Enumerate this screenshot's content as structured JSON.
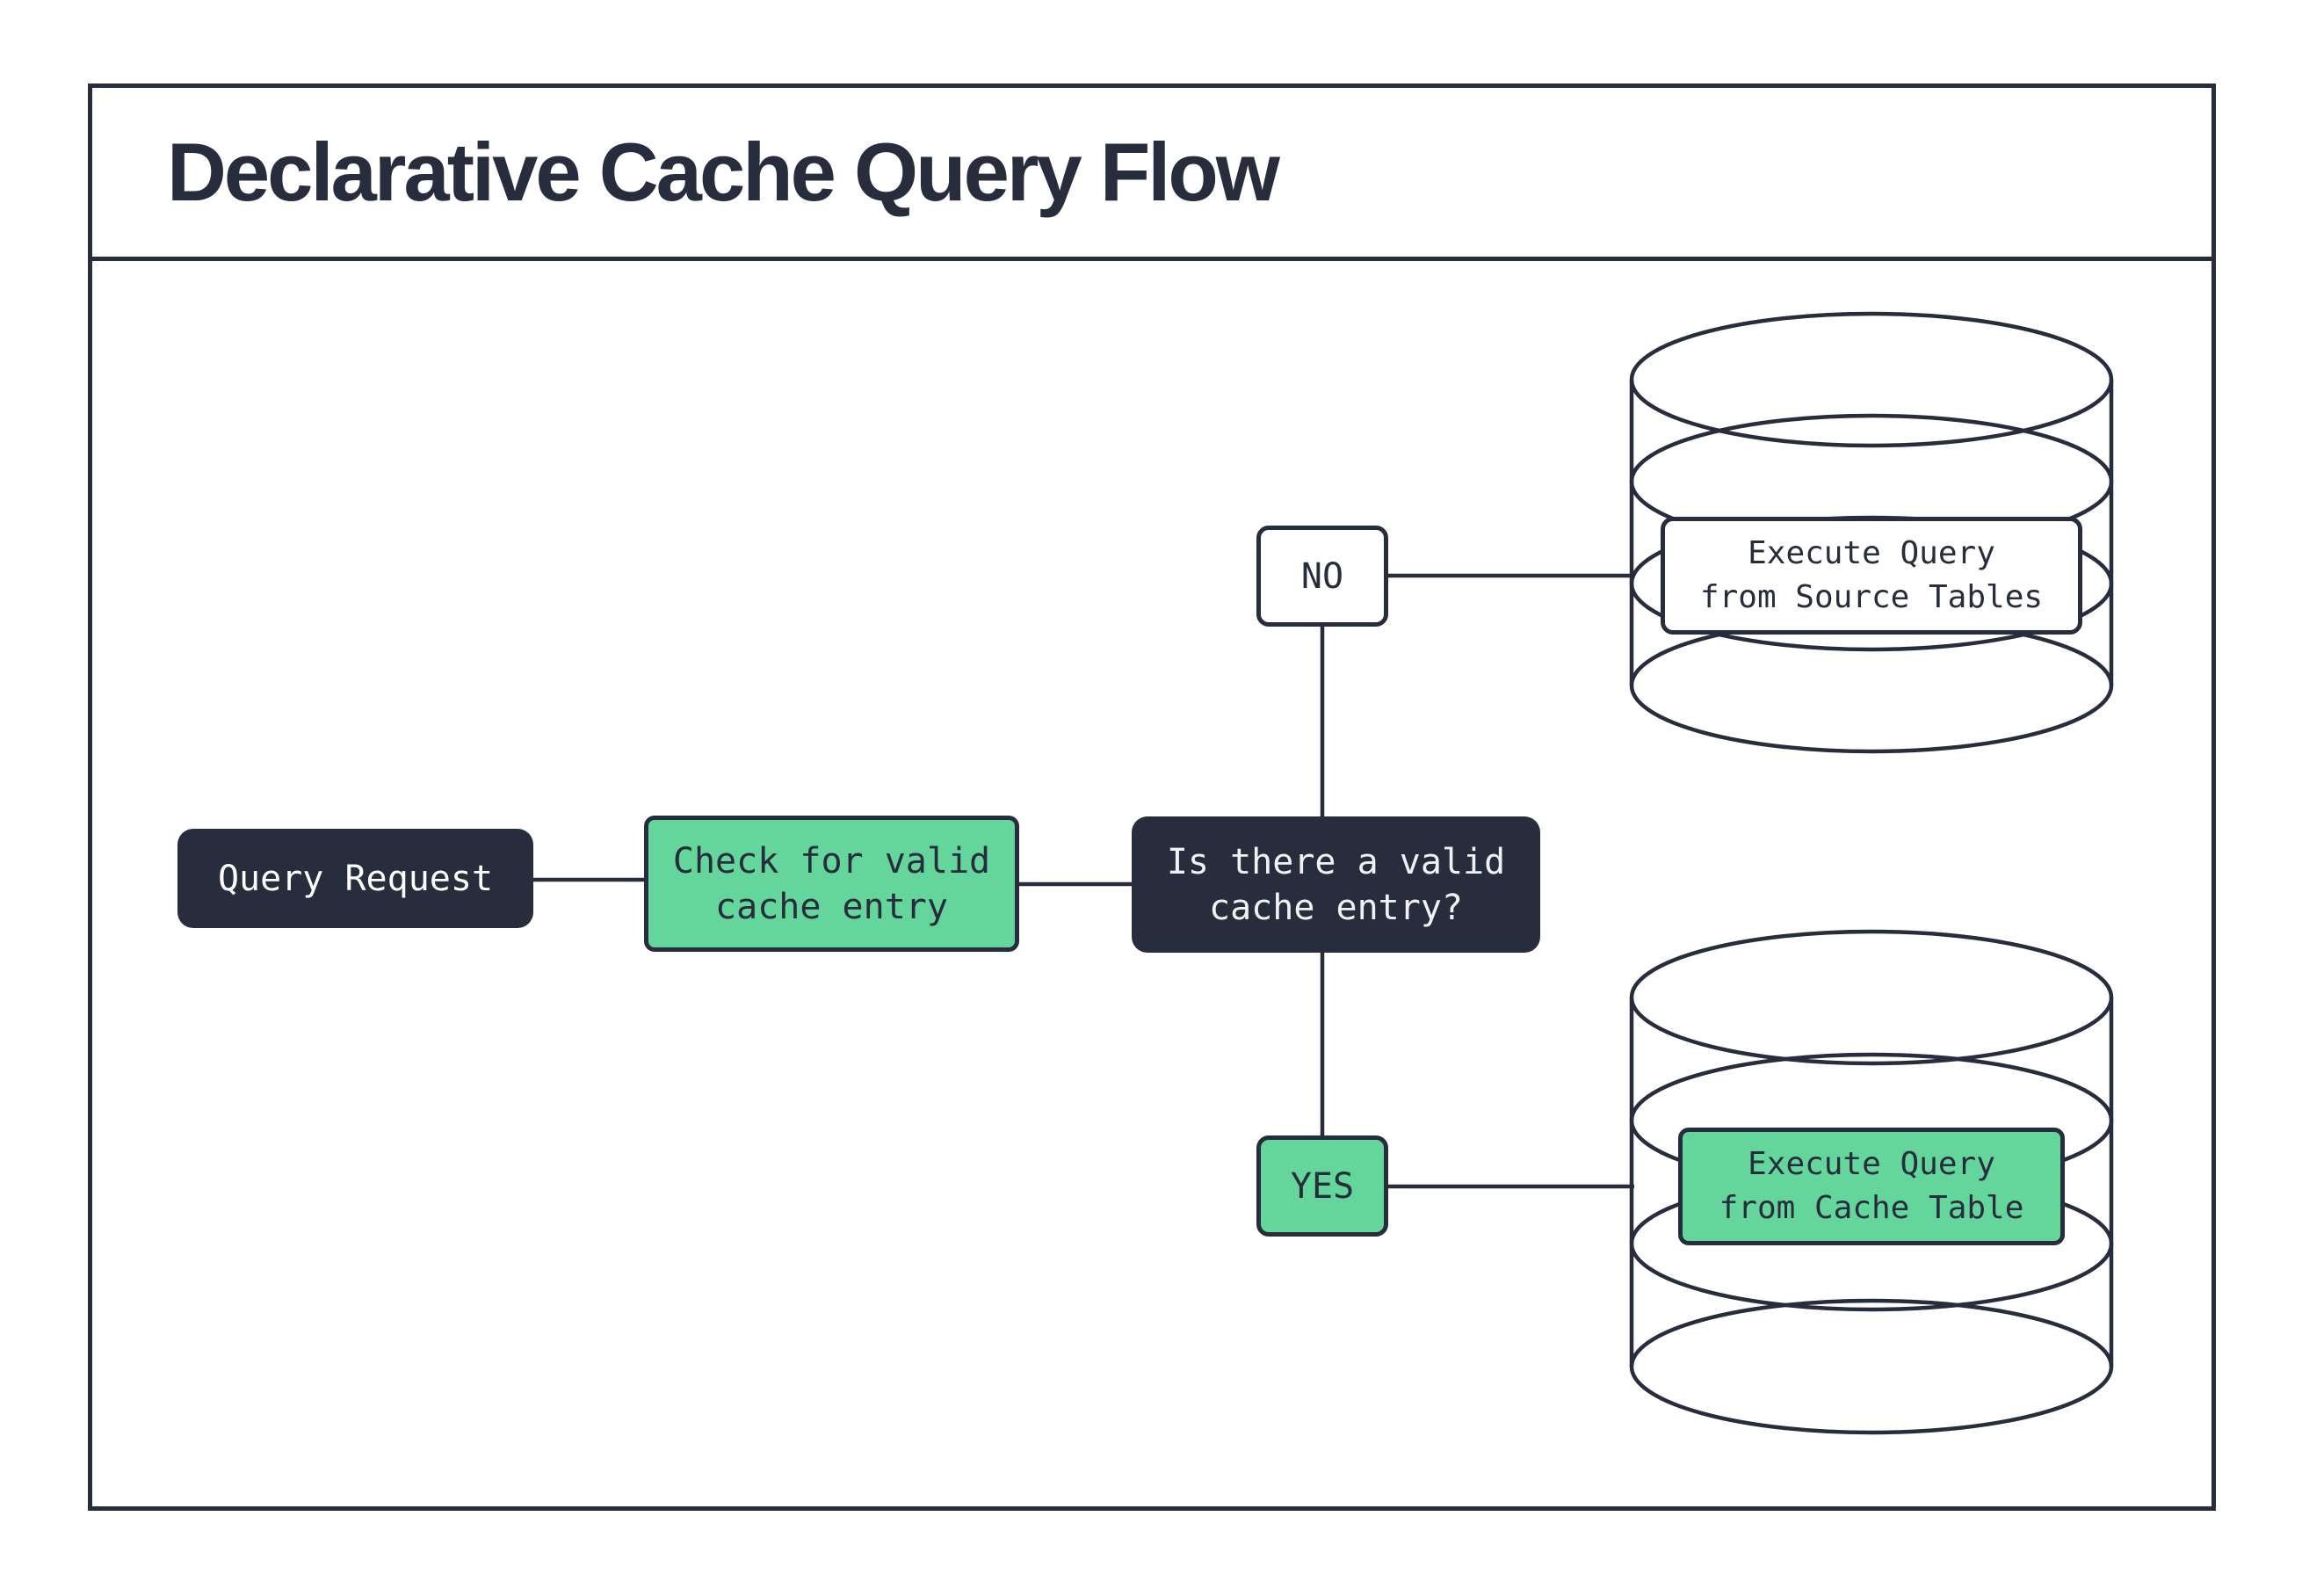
{
  "title": "Declarative Cache Query Flow",
  "nodes": {
    "query_request": {
      "lines": [
        "Query Request"
      ]
    },
    "check_cache": {
      "lines": [
        "Check for valid",
        "cache entry"
      ]
    },
    "decision": {
      "lines": [
        "Is there a valid",
        "cache entry?"
      ]
    },
    "no_branch": {
      "lines": [
        "NO"
      ]
    },
    "yes_branch": {
      "lines": [
        "YES"
      ]
    },
    "source_db": {
      "lines": [
        "Execute Query",
        "from Source Tables"
      ]
    },
    "cache_db": {
      "lines": [
        "Execute Query",
        "from Cache Table"
      ]
    }
  },
  "icons": {
    "source_database": "database-cylinder-icon",
    "cache_database": "database-cylinder-icon"
  },
  "colors": {
    "dark_navy": "#272d3c",
    "green": "#64d69b",
    "light_text": "#f1f1f3",
    "white": "#ffffff"
  }
}
